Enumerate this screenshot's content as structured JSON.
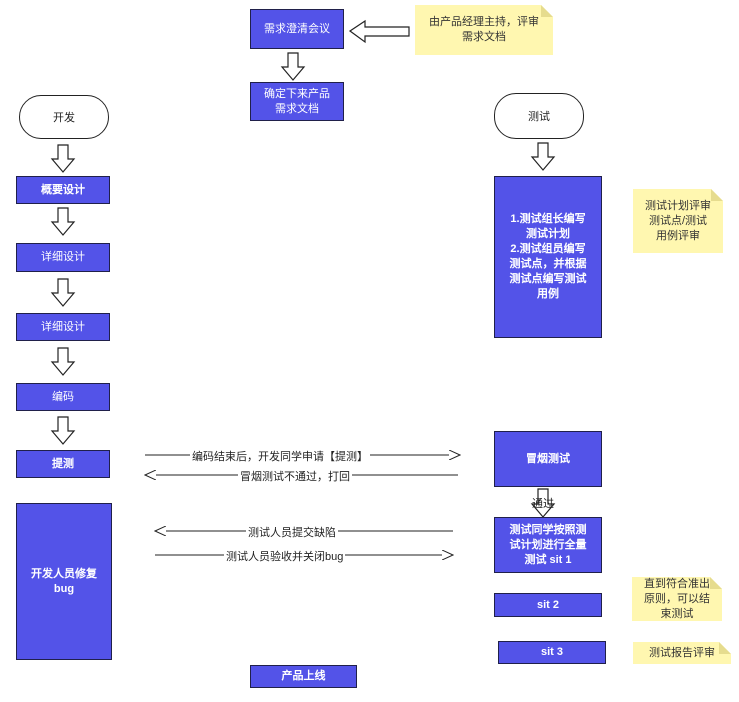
{
  "top": {
    "meeting": "需求澄清会议",
    "confirm_doc": "确定下来产品\n需求文档",
    "note_pm": "由产品经理主持，评审\n需求文档"
  },
  "dev": {
    "start": "开发",
    "outline_design": "概要设计",
    "detail_design_1": "详细设计",
    "detail_design_2": "详细设计",
    "coding": "编码",
    "submit_test": "提测",
    "fix_bug": "开发人员修复\nbug"
  },
  "test": {
    "start": "测试",
    "plan": "1.测试组长编写\n测试计划\n2.测试组员编写\n测试点，并根据\n测试点编写测试\n用例",
    "smoke": "冒烟测试",
    "pass_label": "通过",
    "sit1": "测试同学按照测\n试计划进行全量\n测试 sit 1",
    "sit2": "sit 2",
    "sit3": "sit 3",
    "note_plan_review": "测试计划评审\n测试点/测试\n用例评审",
    "note_exit": "直到符合准出\n原则，可以结\n束测试",
    "note_report": "测试报告评审"
  },
  "flows": {
    "submit_request": "编码结束后，开发同学申请【提测】",
    "smoke_fail": "冒烟测试不通过，打回",
    "report_bug": "测试人员提交缺陷",
    "verify_bug": "测试人员验收并关闭bug"
  },
  "release": "产品上线",
  "colors": {
    "process": "#5353e8",
    "note": "#fff7b0",
    "line": "#222222"
  }
}
